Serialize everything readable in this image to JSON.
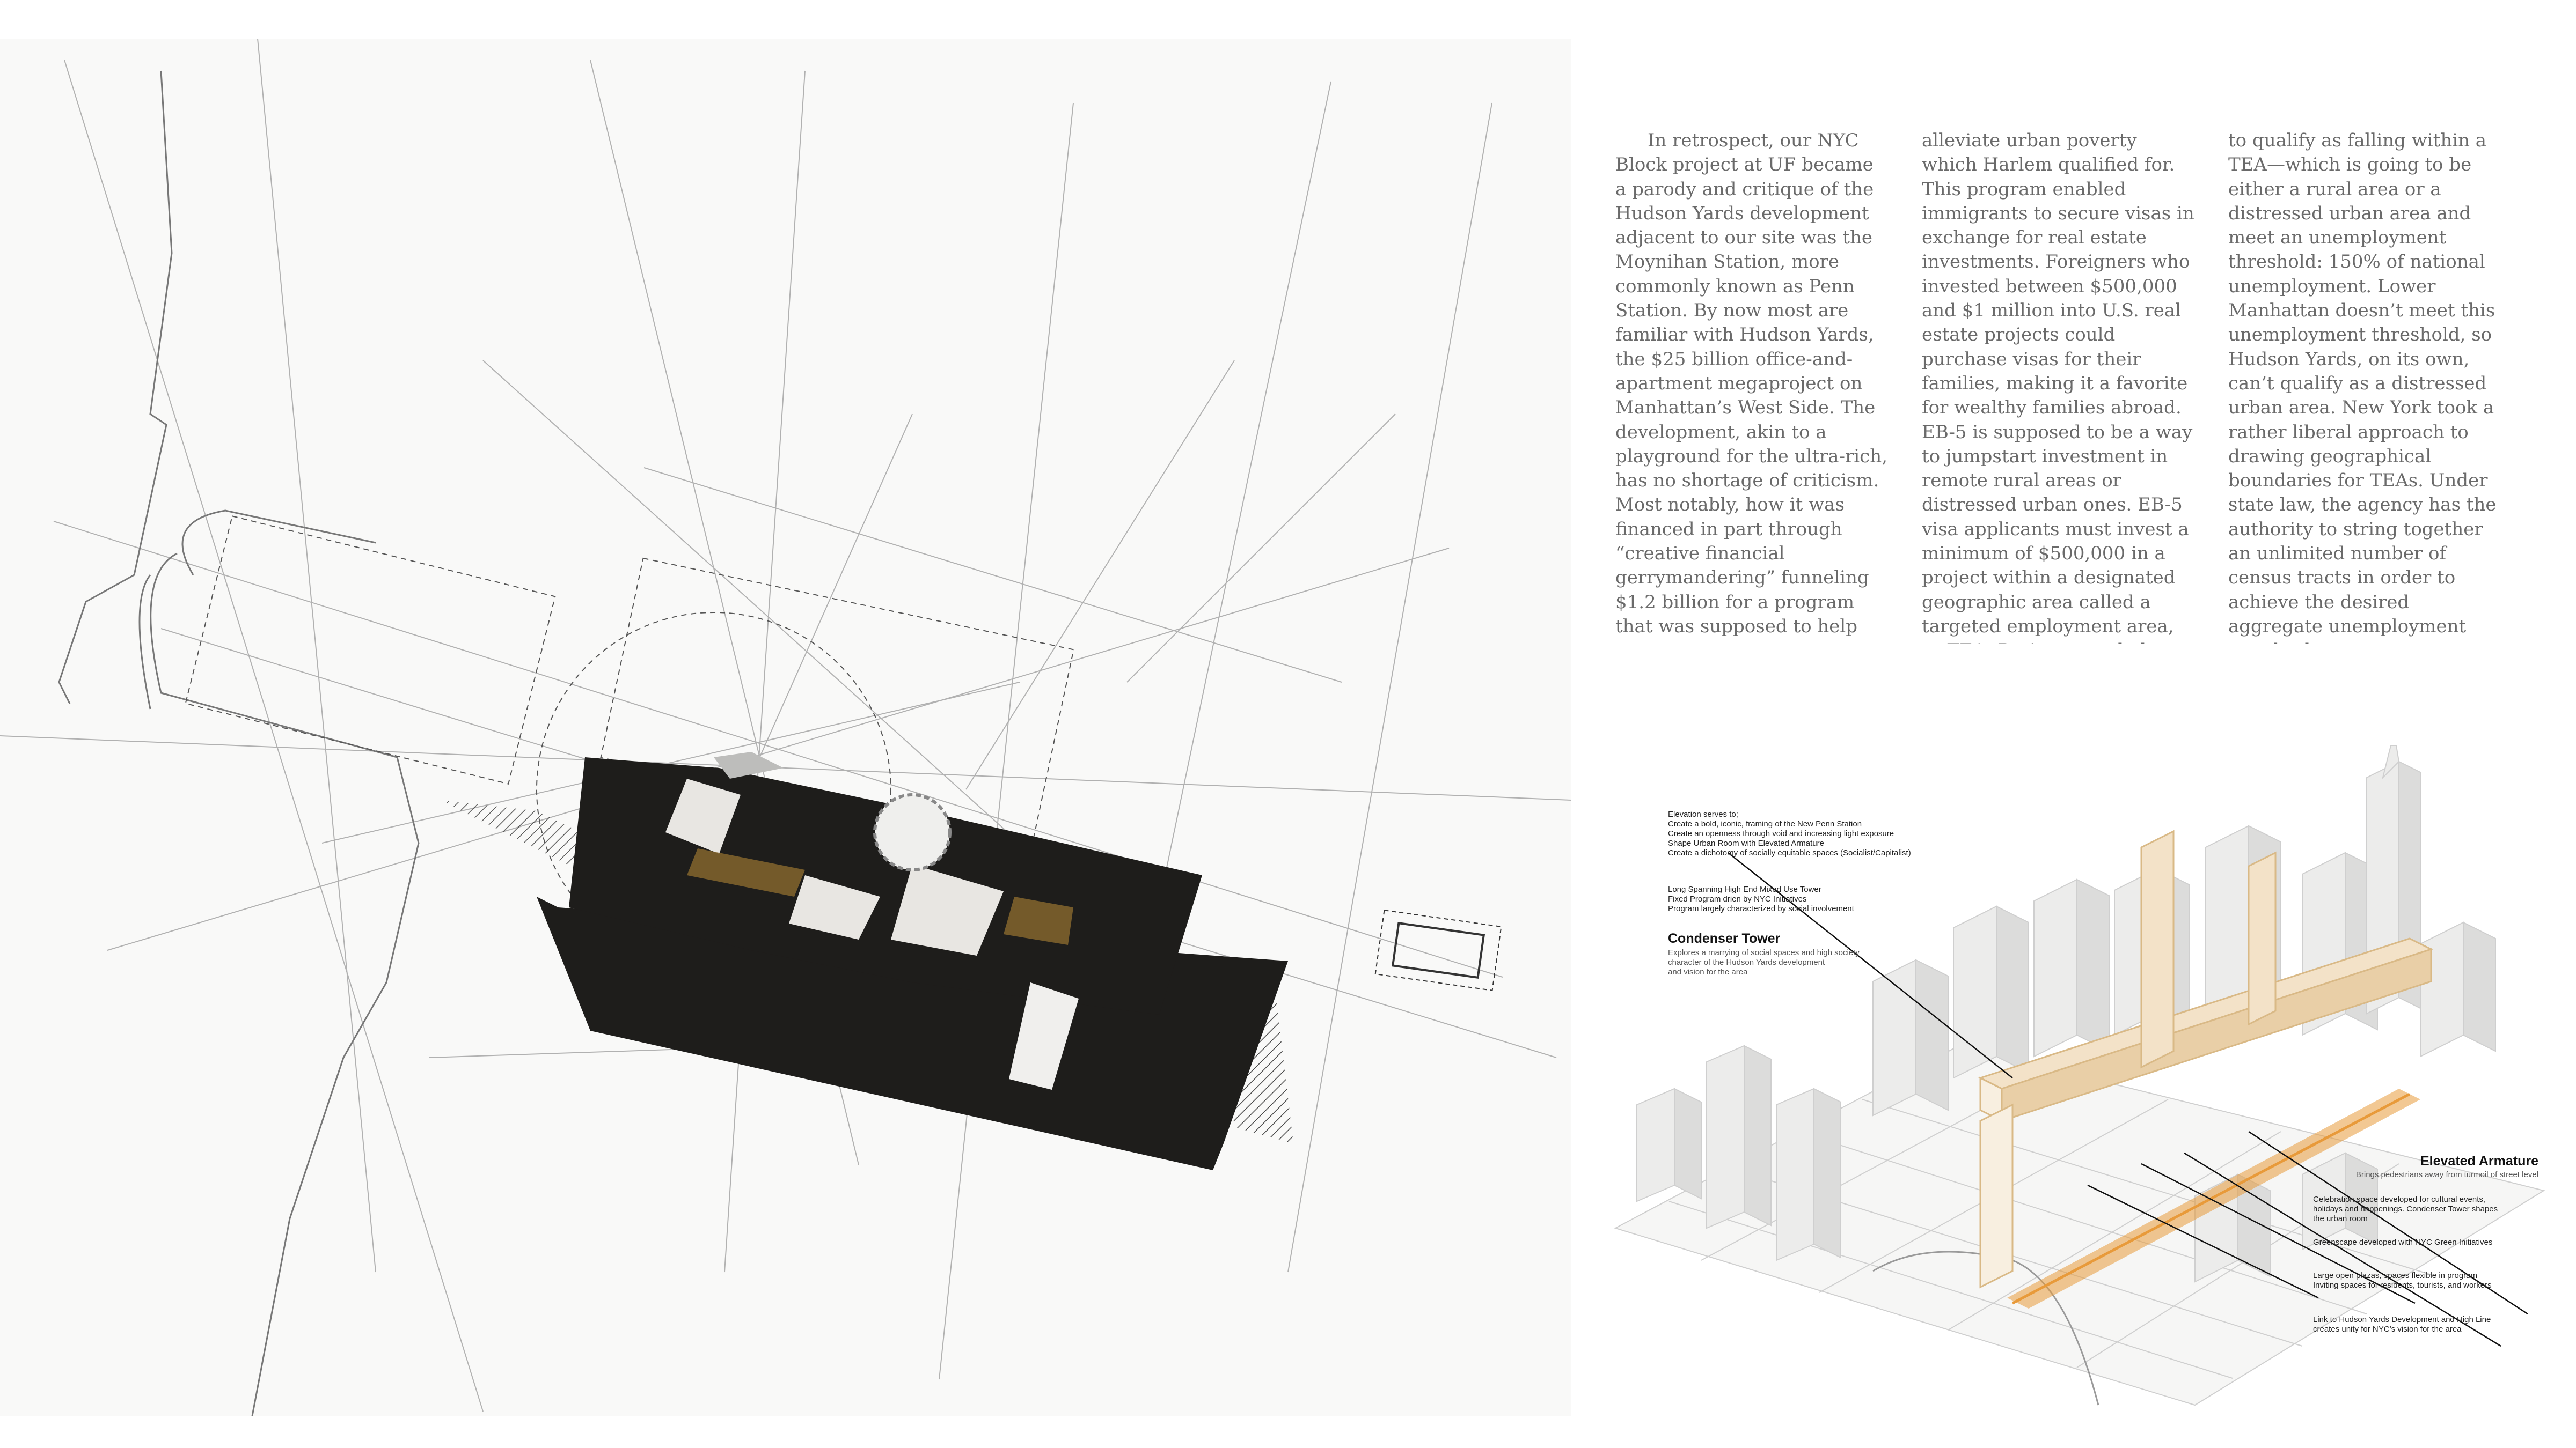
{
  "essay": {
    "col1": "In retrospect, our NYC Block project at UF became a parody and critique of the Hudson Yards development adjacent to our site was the Moynihan Station, more commonly known as Penn Station. By now most are familiar with Hudson Yards, the $25 billion office-and-apartment megaproject on Manhattan’s West Side. The development, akin to a playground for the ultra-rich, has no shortage of criticism. Most notably, how it was financed in part through “creative financial gerrymandering” funneling $1.2 billion for a program that was supposed to help",
    "col2": "alleviate urban poverty which Harlem qualified for. This program enabled immigrants to secure visas in exchange for real estate investments. Foreigners who invested between $500,000 and $1 million into U.S. real estate projects could purchase visas for their families, making it a favorite for wealthy families abroad. EB-5 is supposed to be a way to jumpstart investment in remote rural areas or distressed urban ones. EB-5 visa applicants must invest a minimum of $500,000 in a project within a designated geographic area called a targeted employment area, or TEA. Projects needed",
    "col3": "to qualify as falling within a TEA—which is going to be either a rural area or a distressed urban area and meet an unemployment threshold: 150% of national unemployment. Lower Manhattan doesn’t meet this unemployment threshold, so Hudson Yards, on its own, can’t qualify as a distressed urban area. New York took a rather liberal approach to drawing geographical boundaries for TEAs. Under state law, the agency has the authority to string together an unlimited number of census tracts in order to achieve the desired aggregate unemployment standard."
  },
  "diagram": {
    "elevation_lines": [
      "Elevation serves to;",
      "Create a bold, iconic, framing of the New Penn Station",
      "Create an openness through void and increasing light  exposure",
      "Shape Urban Room with Elevated Armature",
      "Create a dichotomy of socially equitable spaces (Socialist/Capitalist)"
    ],
    "tower_lines": [
      "Long Spanning High End Mixed Use Tower",
      "Fixed Program drien by NYC Initiatives",
      "Program  largely characterized by social involvement"
    ],
    "condenser_title": "Condenser Tower",
    "condenser_lines": [
      "Explores a marrying of social spaces and high society",
      "character of the Hudson Yards development",
      "and vision for the area"
    ],
    "armature_title": "Elevated Armature",
    "armature_sub": "Brings pedestrians away from turmoil of street level",
    "notes": [
      [
        "Celebration space developed for cultural events,",
        "holidays and happenings. Condenser Tower shapes",
        "the urban room"
      ],
      [
        "Greenscape developed with NYC Green Initiatives"
      ],
      [
        "Large open plazas, spaces flexible in program",
        "Inviting spaces for residents, tourists, and workers"
      ],
      [
        "Link to Hudson Yards Development and High Line",
        "creates unity for NYC’s vision for the area"
      ]
    ]
  },
  "colors": {
    "essay_text": "#6a6a6a",
    "plan_mass": "#1e1d1b",
    "accent_orange": "#e89a3a",
    "plan_bronze": "#8a6a2e"
  }
}
